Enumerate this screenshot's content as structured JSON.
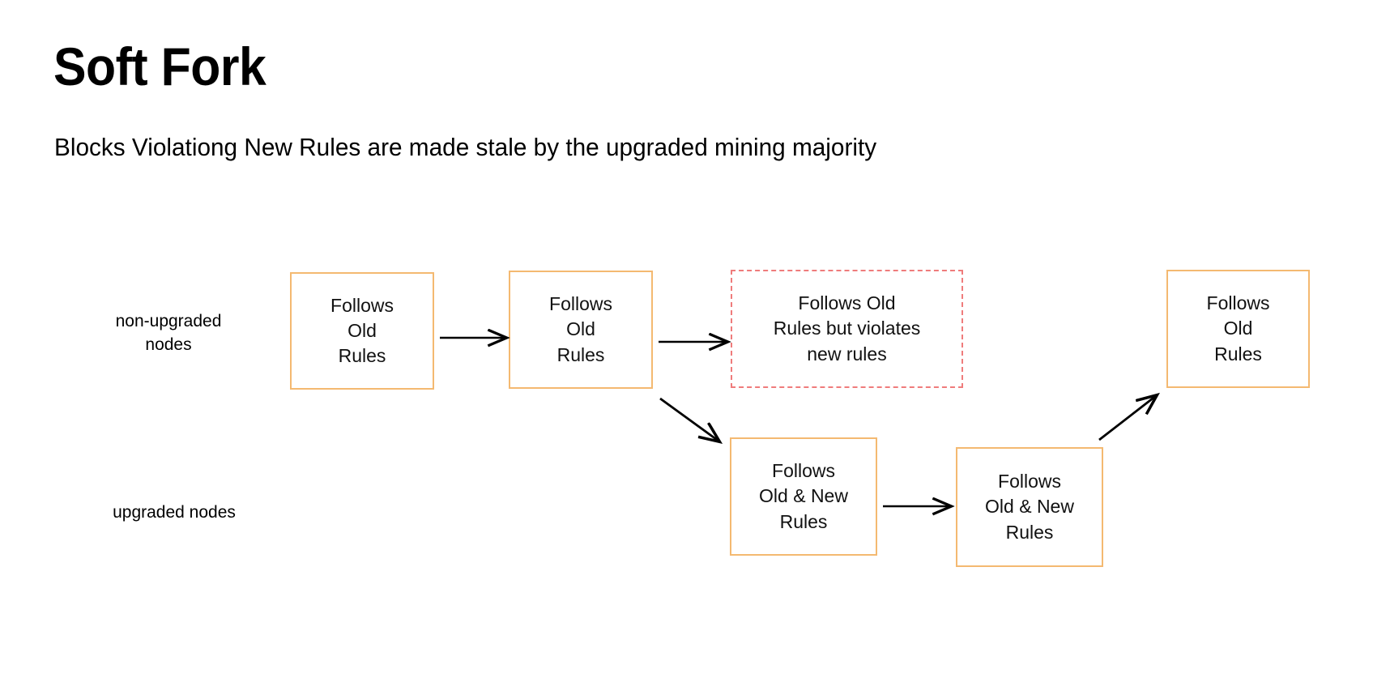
{
  "slide": {
    "title": "Soft Fork",
    "subtitle": "Blocks Violationg New Rules are made stale by the upgraded mining majority",
    "background_color": "#ffffff"
  },
  "colors": {
    "valid_box_border": "#f4b971",
    "invalid_box_border": "#ef7c7c",
    "arrow": "#000000",
    "text": "#000000"
  },
  "row_labels": {
    "non_upgraded": "non-upgraded\nnodes",
    "upgraded": "upgraded nodes"
  },
  "nodes": [
    {
      "id": "box-1",
      "label": "Follows\nOld\nRules",
      "style": "solid",
      "border_color": "#f4b971",
      "row": "non-upgraded"
    },
    {
      "id": "box-2",
      "label": "Follows\nOld\nRules",
      "style": "solid",
      "border_color": "#f4b971",
      "row": "non-upgraded"
    },
    {
      "id": "box-3",
      "label": "Follows Old\nRules but violates\nnew rules",
      "style": "dashed",
      "border_color": "#ef7c7c",
      "row": "non-upgraded"
    },
    {
      "id": "box-4",
      "label": "Follows\nOld & New\nRules",
      "style": "solid",
      "border_color": "#f4b971",
      "row": "upgraded"
    },
    {
      "id": "box-5",
      "label": "Follows\nOld & New\nRules",
      "style": "solid",
      "border_color": "#f4b971",
      "row": "upgraded"
    },
    {
      "id": "box-6",
      "label": "Follows\nOld\nRules",
      "style": "solid",
      "border_color": "#f4b971",
      "row": "non-upgraded"
    }
  ],
  "arrows": [
    {
      "id": "arrow-1-2",
      "from": "box-1",
      "to": "box-2",
      "direction": "right"
    },
    {
      "id": "arrow-2-3",
      "from": "box-2",
      "to": "box-3",
      "direction": "right"
    },
    {
      "id": "arrow-2-4",
      "from": "box-2",
      "to": "box-4",
      "direction": "down-right"
    },
    {
      "id": "arrow-4-5",
      "from": "box-4",
      "to": "box-5",
      "direction": "right"
    },
    {
      "id": "arrow-5-6",
      "from": "box-5",
      "to": "box-6",
      "direction": "up-right"
    }
  ]
}
